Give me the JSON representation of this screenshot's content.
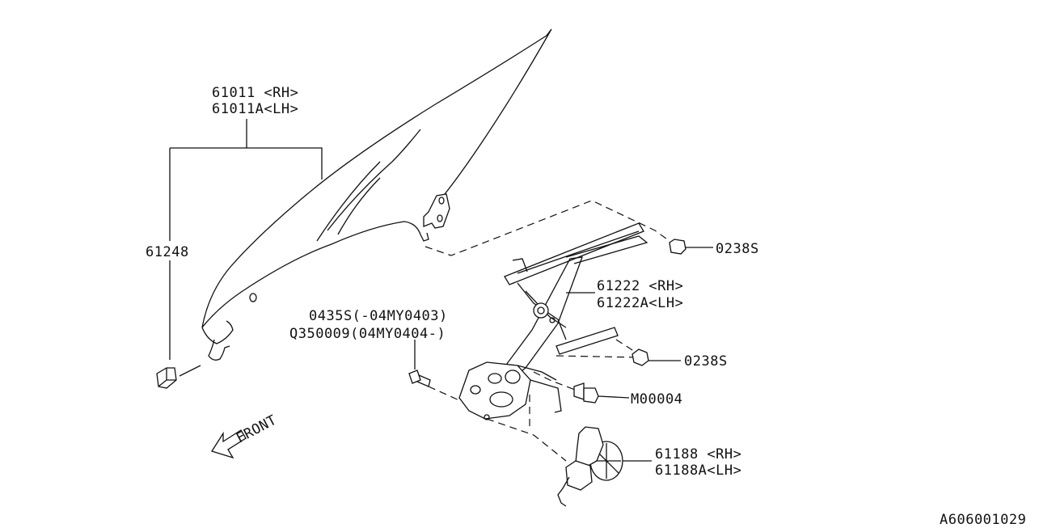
{
  "labels": {
    "glass_rh": "61011 <RH>",
    "glass_lh": "61011A<LH>",
    "clip": "61248",
    "nut_top": "0238S",
    "regulator_rh": "61222 <RH>",
    "regulator_lh": "61222A<LH>",
    "bolt_a": "0435S(-04MY0403)",
    "bolt_b": "Q350009(04MY0404-)",
    "nut_bottom": "0238S",
    "bolt_m": "M00004",
    "motor_rh": "61188 <RH>",
    "motor_lh": "61188A<LH>",
    "front": "FRONT",
    "diagram_id": "A606001029"
  },
  "icons": {
    "front_arrow": "front-arrow-icon"
  }
}
